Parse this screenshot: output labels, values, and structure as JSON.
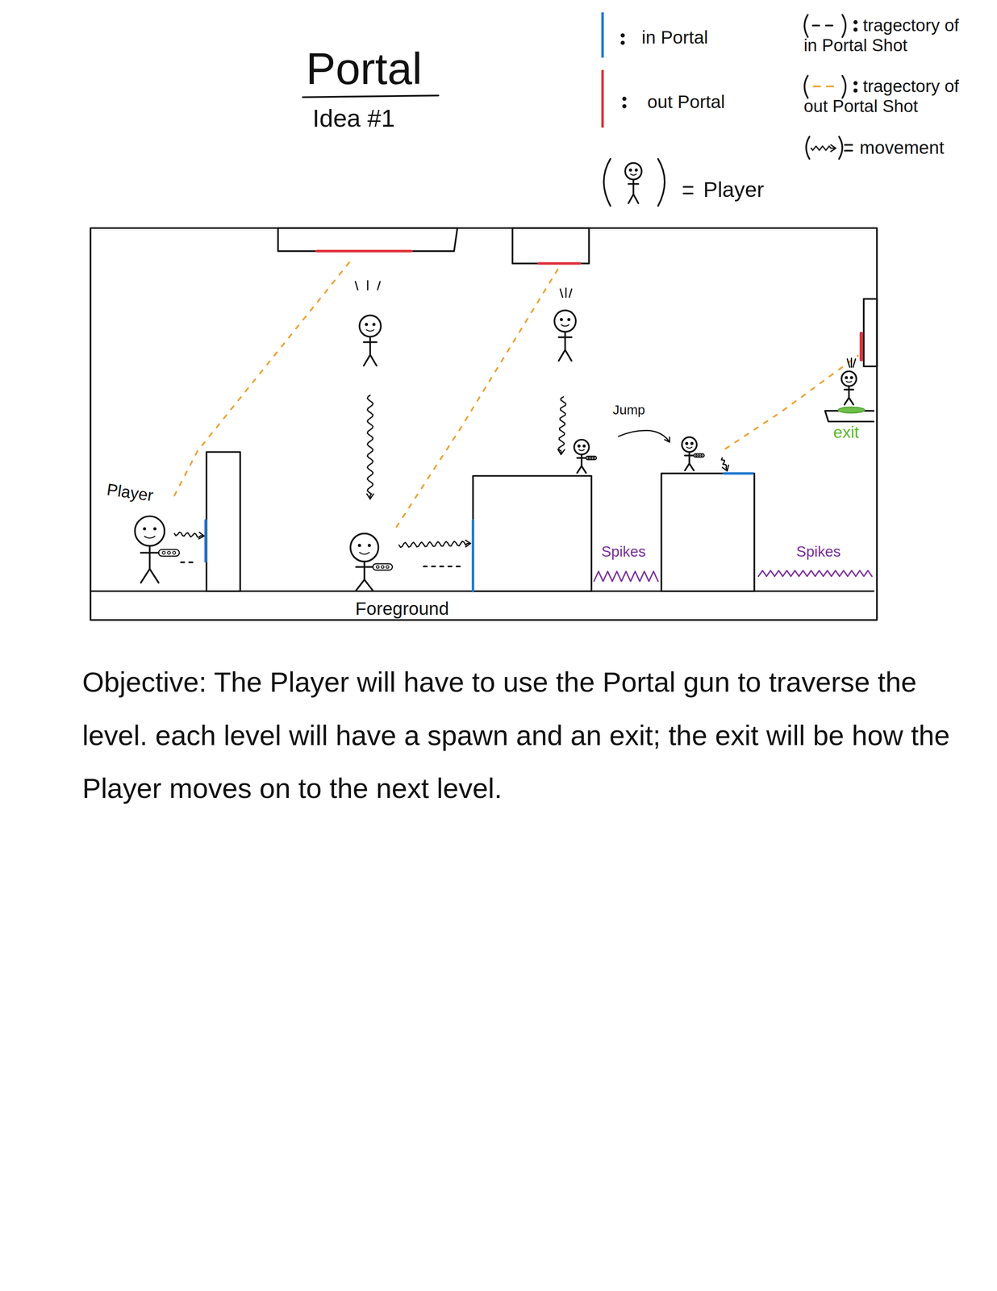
{
  "diagram": {
    "title": "Portal",
    "caption": "Objective: The Player will have to use the Portal gun to traverse the level. each level will have a spawn and an exit; the exit will be how the Player moves on to the next level.",
    "labels": [
      "Idea #1",
      "Player",
      "Jump",
      "exit",
      "Spikes",
      "Spikes",
      "Foreground"
    ],
    "legend": [
      {
        "text": "in Portal",
        "color": "#1f77d0"
      },
      {
        "text": "out Portal",
        "color": "#e0303a"
      },
      {
        "text": "Player"
      },
      {
        "text": "tragectory of in Portal Shot"
      },
      {
        "text": "tragectory of out Portal Shot"
      },
      {
        "text": "movement"
      }
    ]
  }
}
